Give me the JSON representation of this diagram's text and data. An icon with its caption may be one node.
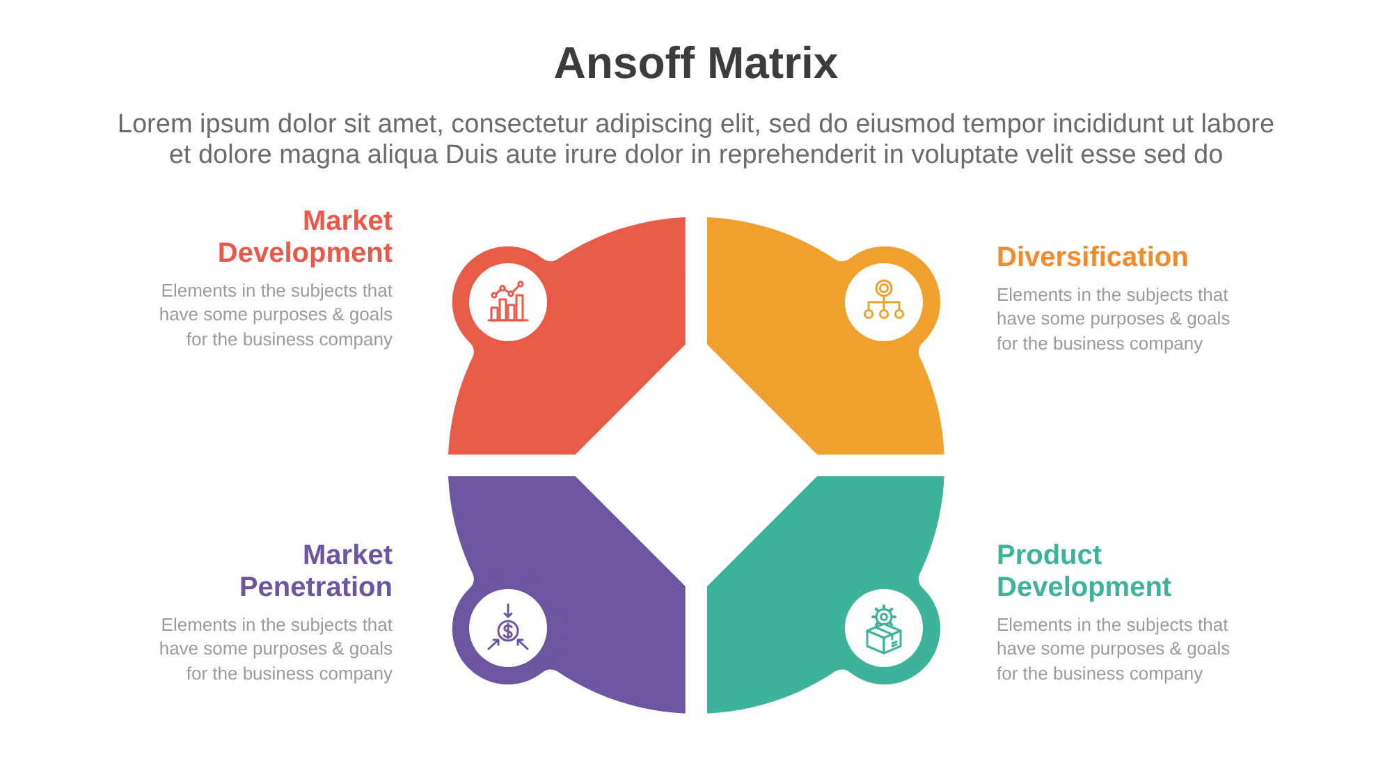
{
  "diagram": {
    "title": "Ansoff Matrix",
    "nodes": [
      {
        "text": [],
        "shape": "quadrant",
        "beside": [
          "Market Development",
          "Elements in the subjects that have some purposes & goals for the business company"
        ]
      },
      {
        "text": [],
        "shape": "quadrant",
        "beside": [
          "Diversification",
          "Elements in the subjects that have some purposes & goals for the business company"
        ]
      },
      {
        "text": [],
        "shape": "quadrant",
        "beside": [
          "Market Penetration",
          "Elements in the subjects that have some purposes & goals for the business company"
        ]
      },
      {
        "text": [],
        "shape": "quadrant",
        "beside": [
          "Product Development",
          "Elements in the subjects that have some purposes & goals for the business company"
        ]
      }
    ],
    "labels": [
      "Lorem ipsum dolor sit amet, consectetur adipiscing elit, sed do eiusmod tempor incididunt ut labore et dolore magna aliqua Duis aute irure dolor in reprehenderit in voluptate velit esse sed do"
    ]
  }
}
